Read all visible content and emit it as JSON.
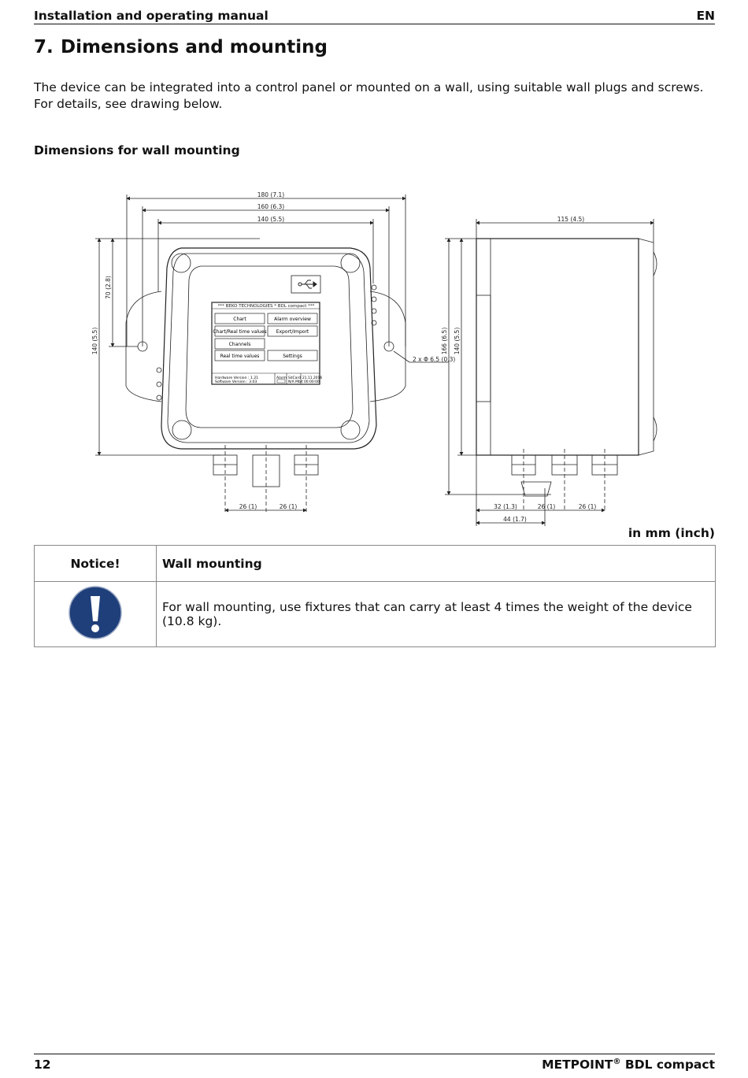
{
  "header": {
    "title": "Installation and operating manual",
    "lang": "EN"
  },
  "section": {
    "number": "7.",
    "title": "Dimensions and mounting"
  },
  "intro": "The device can be integrated into a control panel or mounted on a wall, using suitable wall plugs and screws. For details, see drawing below.",
  "subheading": "Dimensions for wall mounting",
  "drawing": {
    "dims": {
      "w180": "180 (7.1)",
      "w160": "160 (6.3)",
      "w140": "140 (5.5)",
      "h70": "70 (2.8)",
      "h140": "140 (5.5)",
      "hole": "2 x  Φ 6.5 (0.3)",
      "bot26a": "26 (1)",
      "bot26b": "26 (1)",
      "side115": "115 (4.5)",
      "side166": "166 (6.5)",
      "side140": "140 (5.5)",
      "side32": "32 (1.3)",
      "side26a": "26 (1)",
      "side26b": "26 (1)",
      "side44": "44 (1.7)"
    },
    "screen": {
      "title": "*** BEKO TECHNOLOGIES * BDL compact ***",
      "buttons": [
        "Chart",
        "Alarm overview",
        "Chart/Real time values",
        "Export/Import",
        "Channels",
        "Real time values",
        "Settings"
      ],
      "status": {
        "hw": "Hardware Version : 1.21",
        "sw": "Software Version : 3.03",
        "alarm": "Alarm",
        "sd": "SdCard",
        "nm": "N/A  Mbit",
        "date": "21.11.2016",
        "time": "00:00:00"
      }
    }
  },
  "unit_note": "in mm (inch)",
  "notice": {
    "label": "Notice!",
    "title": "Wall mounting",
    "text": "For wall mounting, use fixtures that can carry at least 4 times the weight of the device (10.8 kg)."
  },
  "footer": {
    "page": "12",
    "product": "METPOINT",
    "product_mark": "®",
    "product_suffix": " BDL compact"
  }
}
